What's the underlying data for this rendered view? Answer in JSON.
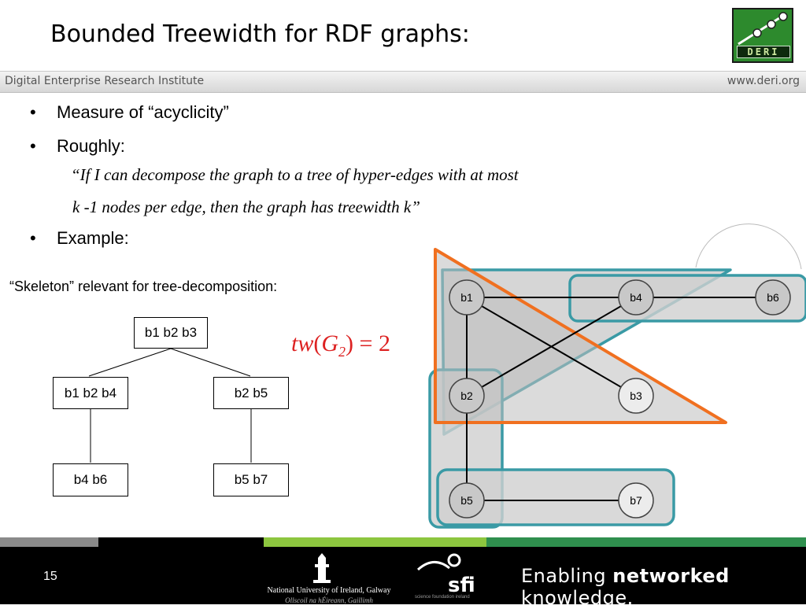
{
  "header": {
    "title": "Bounded Treewidth for RDF graphs:",
    "institute": "Digital Enterprise Research Institute",
    "url": "www.deri.org",
    "logo_text": "DERI"
  },
  "bullets": {
    "b1": "Measure of “acyclicity”",
    "b2": "Roughly:",
    "b3": "Example:"
  },
  "quote": {
    "line1": "“If I can decompose the graph to a tree of hyper-edges with at most",
    "line2": "k -1 nodes per edge, then the graph has treewidth k”"
  },
  "skeleton_label": "“Skeleton” relevant for tree-decomposition:",
  "tree": {
    "root": "b1 b2 b3",
    "left": "b1 b2 b4",
    "right": "b2 b5",
    "left_child": "b4 b6",
    "right_child": "b5 b7"
  },
  "treewidth": {
    "fn": "tw",
    "var": "G",
    "sub": "2",
    "value": "= 2"
  },
  "graph_nodes": {
    "b1": "b1",
    "b2": "b2",
    "b3": "b3",
    "b4": "b4",
    "b5": "b5",
    "b6": "b6",
    "b7": "b7"
  },
  "footer": {
    "page": "15",
    "nuig_line1": "National University of Ireland, Galway",
    "nuig_line2": "Ollscoil na hÉireann, Gaillimh",
    "sfi_small": "science foundation ireland",
    "tag_pre": "Enabling ",
    "tag_bold": "networked",
    "tag_post": " knowledge."
  },
  "colors": {
    "orange": "#f07020",
    "teal": "#3a9aa5",
    "gray_fill": "#cccccc",
    "red_formula": "#dd2222",
    "bar_green": "#8dc63f"
  }
}
